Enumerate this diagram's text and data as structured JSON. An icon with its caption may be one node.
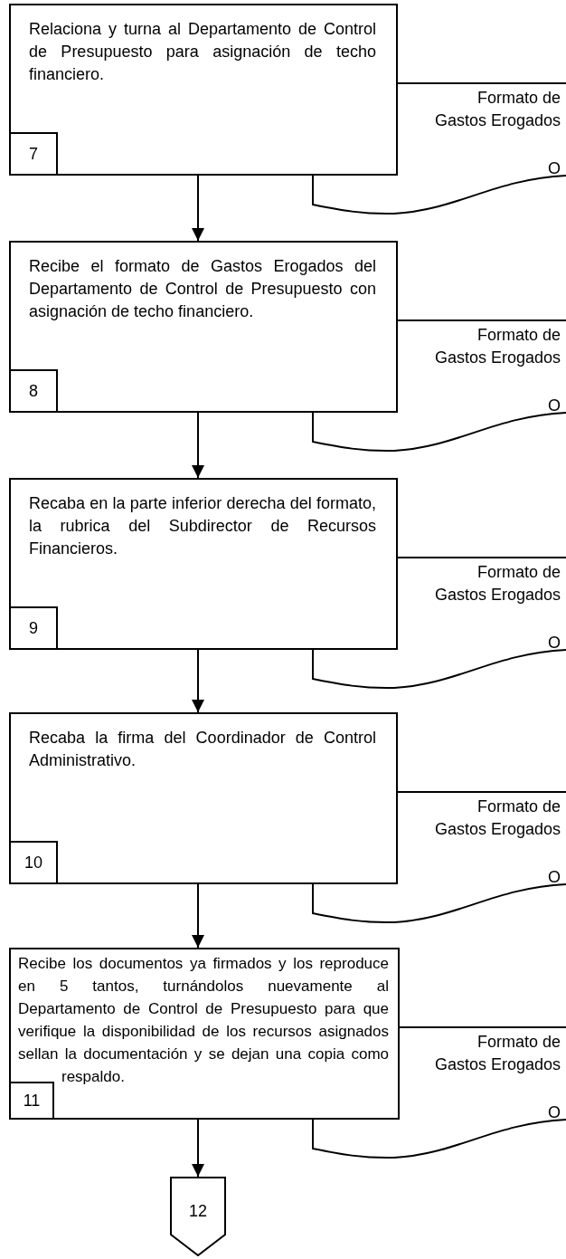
{
  "diagram": {
    "nodes": [
      {
        "text": [
          "Relaciona y turna al Departamento de Control de Presupuesto para asignación de techo financiero."
        ]
      },
      {
        "text": [
          "7"
        ],
        "in": 0
      },
      {
        "text": [
          "Formato de Gastos Erogados",
          "O"
        ]
      },
      {
        "text": [
          "Recibe el formato de Gastos Erogados del Departamento de Control de Presupuesto con asignación de techo financiero."
        ]
      },
      {
        "text": [
          "8"
        ],
        "in": 3
      },
      {
        "text": [
          "Formato de Gastos Erogados",
          "O"
        ]
      },
      {
        "text": [
          "Recaba en la parte inferior derecha del formato, la rubrica del Subdirector de Recursos Financieros."
        ]
      },
      {
        "text": [
          "9"
        ],
        "in": 6
      },
      {
        "text": [
          "Formato de Gastos Erogados",
          "O"
        ]
      },
      {
        "text": [
          "Recaba la firma del Coordinador de Control Administrativo."
        ]
      },
      {
        "text": [
          "10"
        ],
        "in": 9
      },
      {
        "text": [
          "Formato de Gastos Erogados",
          "O"
        ]
      },
      {
        "text": [
          "Recibe los documentos ya firmados y los reproduce en 5 tantos, turnándolos nuevamente al Departamento de Control de Presupuesto para que verifique la disponibilidad de los recursos asignados sellan la documentación y se dejan una copia como respaldo."
        ]
      },
      {
        "text": [
          "11"
        ],
        "in": 12
      },
      {
        "text": [
          "Formato de Gastos Erogados",
          "O"
        ]
      },
      {
        "text": [
          "12"
        ]
      }
    ],
    "edges": [
      {
        "from": 0,
        "to": 3,
        "arrow": "to"
      },
      {
        "from": 3,
        "to": 6,
        "arrow": "to"
      },
      {
        "from": 6,
        "to": 9,
        "arrow": "to"
      },
      {
        "from": 9,
        "to": 12,
        "arrow": "to"
      },
      {
        "from": 12,
        "to": 15,
        "arrow": "to"
      }
    ]
  }
}
